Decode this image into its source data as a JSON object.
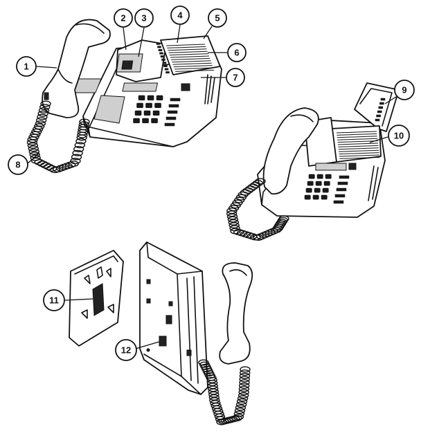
{
  "callouts": [
    {
      "label": "1"
    },
    {
      "label": "2"
    },
    {
      "label": "3"
    },
    {
      "label": "4"
    },
    {
      "label": "5"
    },
    {
      "label": "6"
    },
    {
      "label": "7"
    },
    {
      "label": "8"
    },
    {
      "label": "9"
    },
    {
      "label": "10"
    },
    {
      "label": "11"
    },
    {
      "label": "12"
    }
  ]
}
